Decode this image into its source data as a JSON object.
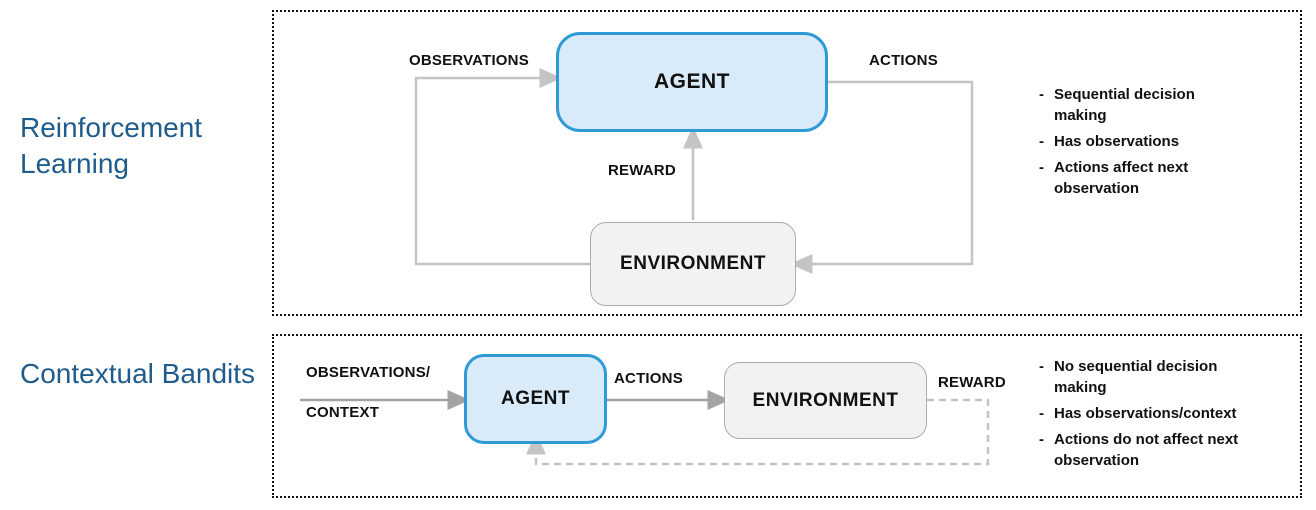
{
  "sections": {
    "rl": {
      "label": "Reinforcement Learning",
      "agent": "AGENT",
      "environment": "ENVIRONMENT",
      "observations": "OBSERVATIONS",
      "actions": "ACTIONS",
      "reward": "REWARD",
      "notes": [
        "Sequential decision making",
        "Has observations",
        "Actions affect next observation"
      ]
    },
    "cb": {
      "label": "Contextual Bandits",
      "agent": "AGENT",
      "environment": "ENVIRONMENT",
      "observations_line1": "OBSERVATIONS/",
      "observations_line2": "CONTEXT",
      "actions": "ACTIONS",
      "reward": "REWARD",
      "notes": [
        "No sequential decision making",
        "Has observations/context",
        "Actions do not affect next observation"
      ]
    }
  },
  "colors": {
    "label_blue": "#1f5c8c",
    "agent_fill": "#d9eaf8",
    "agent_border": "#2e9bd8",
    "env_fill": "#f2f2f2",
    "env_border": "#ababab",
    "arrow_light": "#c4c4c4",
    "arrow_solid": "#a3a3a3",
    "note_black": "#111111"
  }
}
